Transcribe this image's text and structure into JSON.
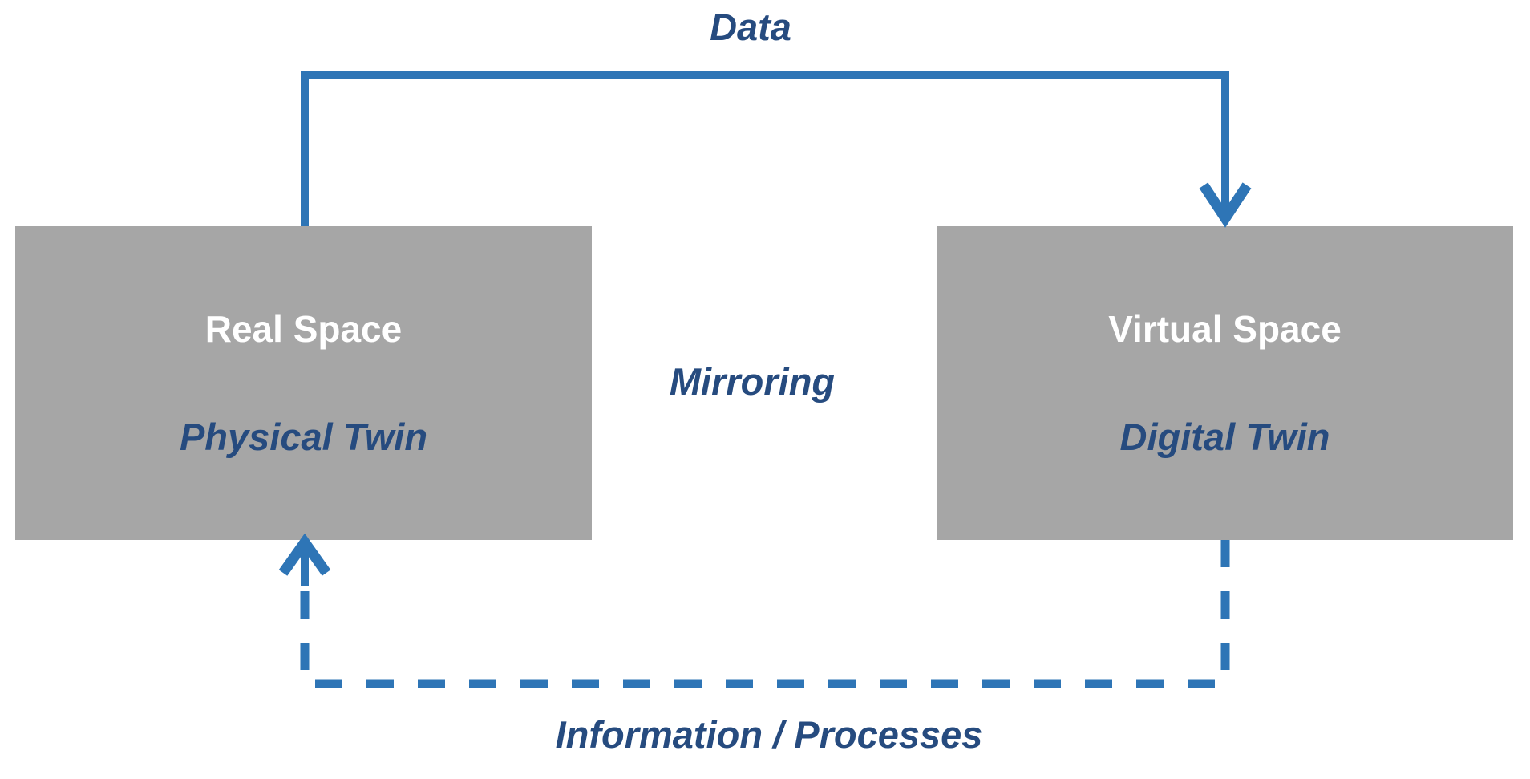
{
  "diagram": {
    "boxes": [
      {
        "title": "Real Space",
        "subtitle": "Physical Twin"
      },
      {
        "title": "Virtual Space",
        "subtitle": "Digital Twin"
      }
    ],
    "flows": [
      {
        "label": "Data",
        "style": "solid",
        "from": "Real Space",
        "to": "Virtual Space",
        "position": "top"
      },
      {
        "label": "Mirroring",
        "style": "label-only",
        "position": "center"
      },
      {
        "label": "Information / Processes",
        "style": "dashed",
        "from": "Virtual Space",
        "to": "Real Space",
        "position": "bottom"
      }
    ]
  },
  "colors": {
    "background": "#FFFFFF",
    "box_gray": "#A6A6A6",
    "box_title_white": "#FFFFFF",
    "arrow_blue": "#2E75B6",
    "text_blue": "#264B7F"
  }
}
